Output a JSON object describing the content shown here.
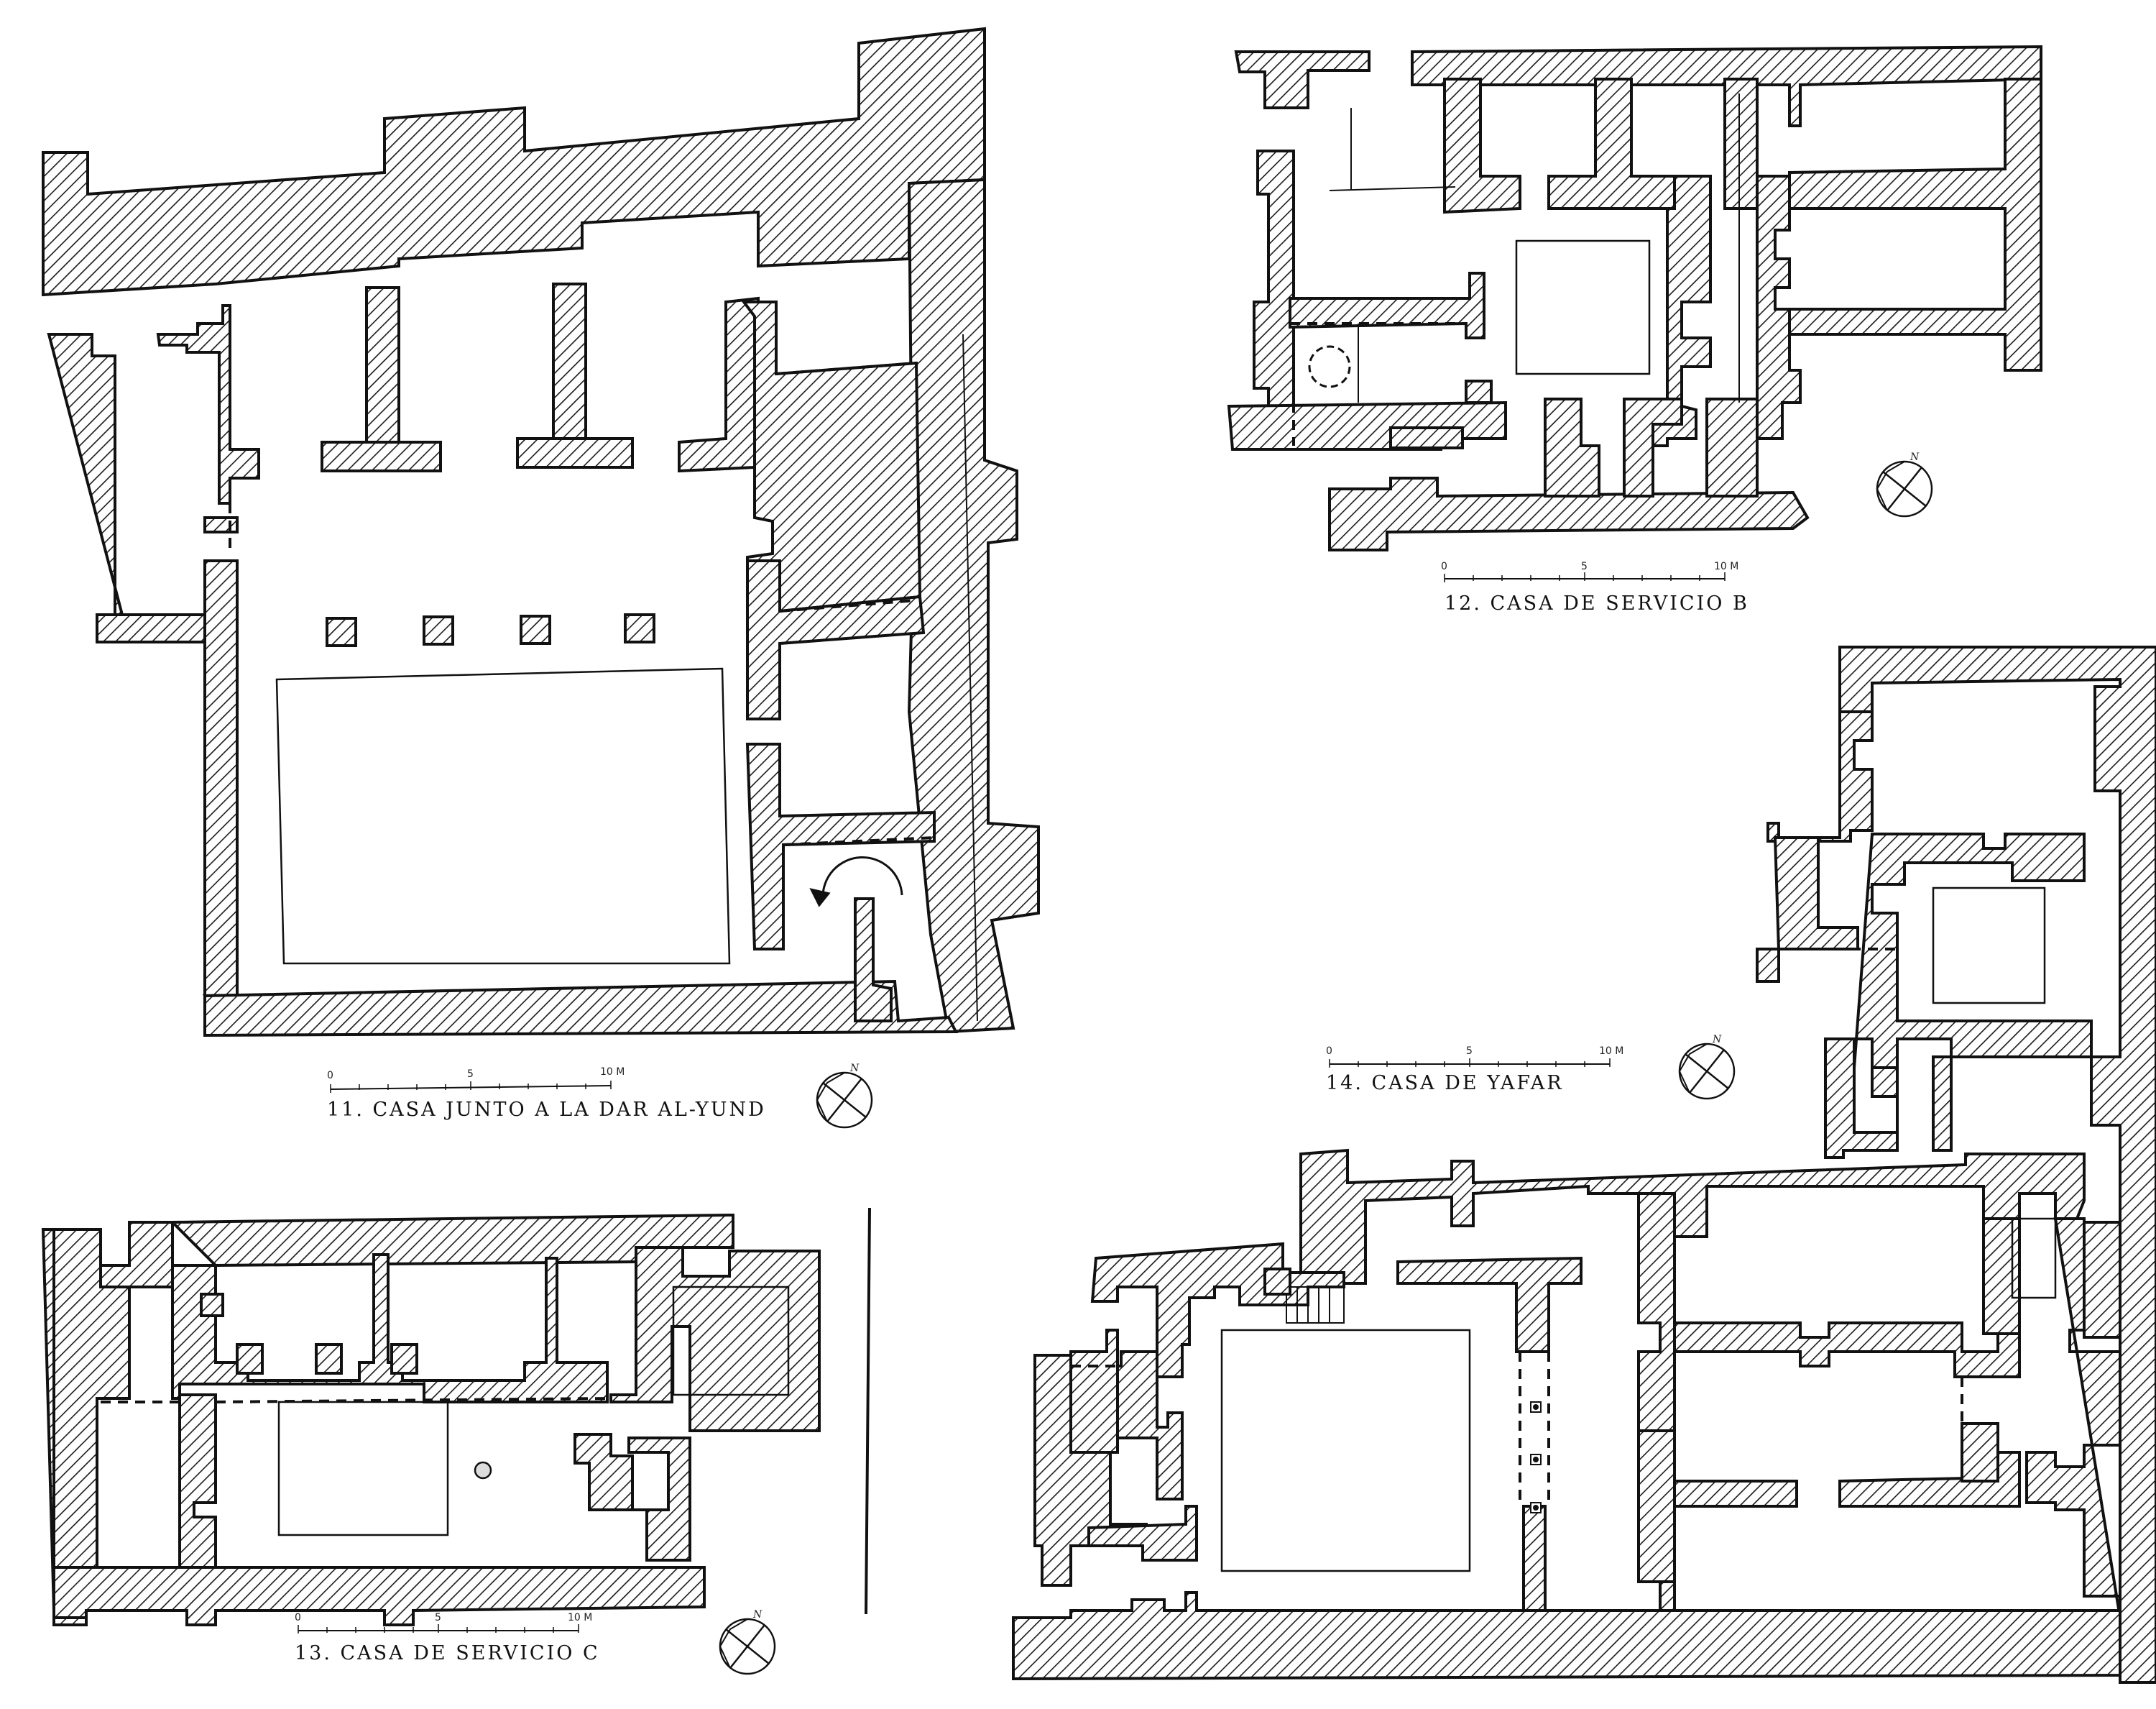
{
  "colors": {
    "ink": "#111111",
    "paper": "#ffffff",
    "hatch": "#1a1a1a"
  },
  "north_letter": "N",
  "scale_ticks": [
    "0",
    "5",
    "10 M"
  ],
  "plans": [
    {
      "id": "11",
      "caption": "11. CASA JUNTO A LA DAR AL-YUND"
    },
    {
      "id": "12",
      "caption": "12. CASA DE SERVICIO B"
    },
    {
      "id": "13",
      "caption": "13. CASA DE SERVICIO C"
    },
    {
      "id": "14",
      "caption": "14. CASA DE YAFAR"
    }
  ]
}
